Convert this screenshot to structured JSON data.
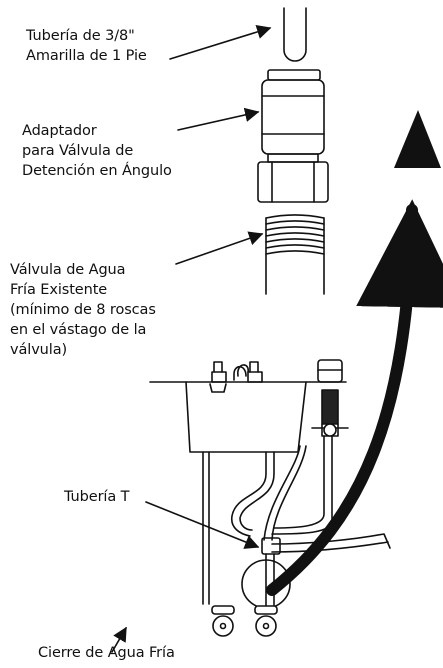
{
  "labels": {
    "tubing": "Tubería de 3/8\"\nAmarilla de 1 Pie",
    "adapter": "Adaptador\npara Válvula de\nDetención en Ángulo",
    "valve": "Válvula de Agua\nFría Existente\n(mínimo de 8 roscas\nen el vástago de la\nválvula)",
    "tee": "Tubería T",
    "shutoff": "Cierre de Agua Fría"
  }
}
